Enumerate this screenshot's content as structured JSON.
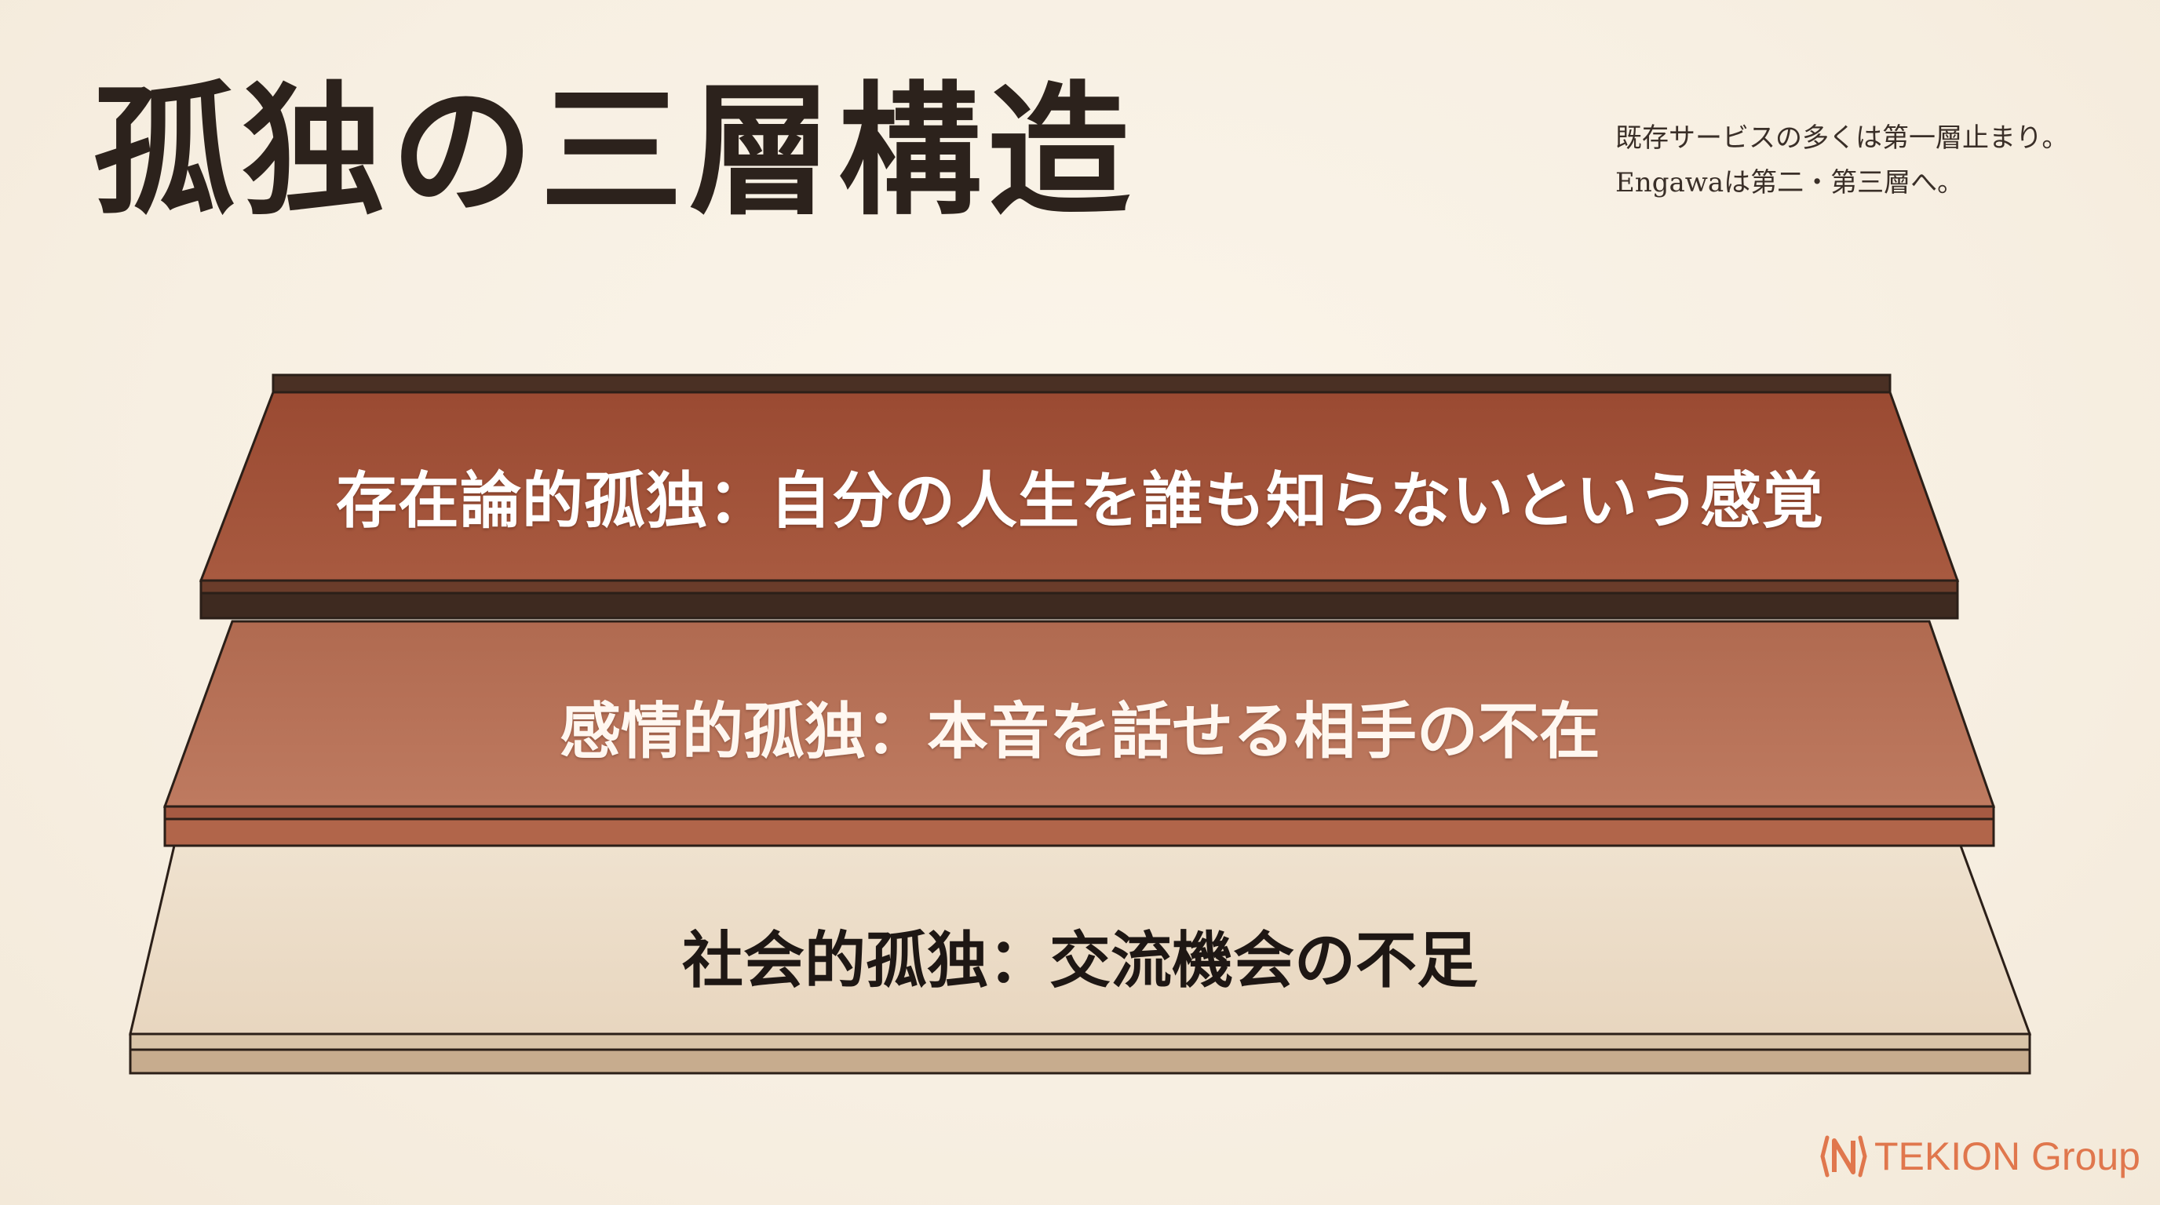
{
  "slide": {
    "title": "孤独の三層構造",
    "subtitle_lines": [
      "既存サービスの多くは第一層止まり。",
      "Engawaは第二・第三層へ。"
    ]
  },
  "layers": [
    {
      "label": "存在論的孤独：自分の人生を誰も知らないという感覚",
      "color": "#a4553c"
    },
    {
      "label": "感情的孤独：本音を話せる相手の不在",
      "color": "#b9735a"
    },
    {
      "label": "社会的孤独：交流機会の不足",
      "color": "#ecdcc6"
    }
  ],
  "brand": {
    "name": "TEKION Group",
    "logo_icon": "n-logo-icon",
    "color": "#e0774d"
  }
}
